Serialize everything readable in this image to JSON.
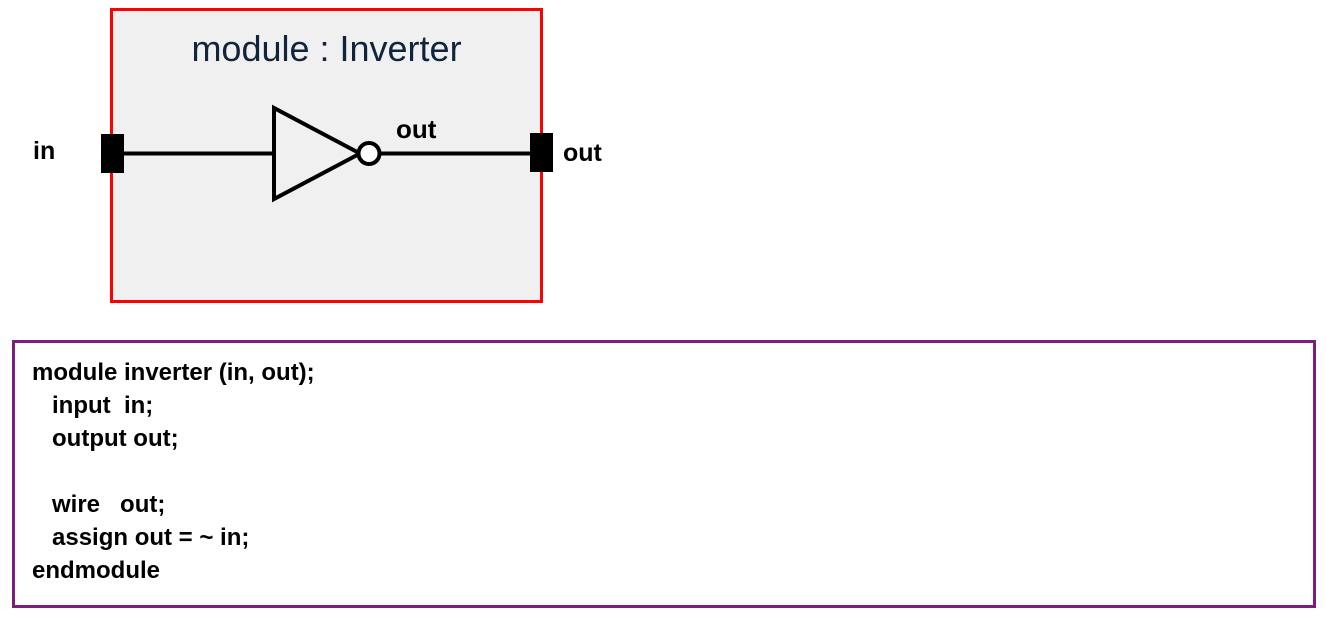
{
  "page": {
    "background_color": "#ffffff"
  },
  "module_diagram": {
    "title": "module : Inverter",
    "title_color": "#10243c",
    "border_color": "#ff0000",
    "fill_color": "#f0f0f0",
    "input_port_label": "in",
    "output_port_label": "out",
    "internal_wire_label": "out",
    "gate": {
      "type": "inverter-not-gate",
      "symbol_color": "#000000"
    }
  },
  "code_panel": {
    "border_color": "#7b1f7a",
    "background_color": "#ffffff",
    "language": "verilog",
    "lines": [
      "module inverter (in, out);",
      "   input  in;",
      "   output out;",
      "",
      "   wire   out;",
      "   assign out = ~ in;",
      "endmodule"
    ]
  }
}
